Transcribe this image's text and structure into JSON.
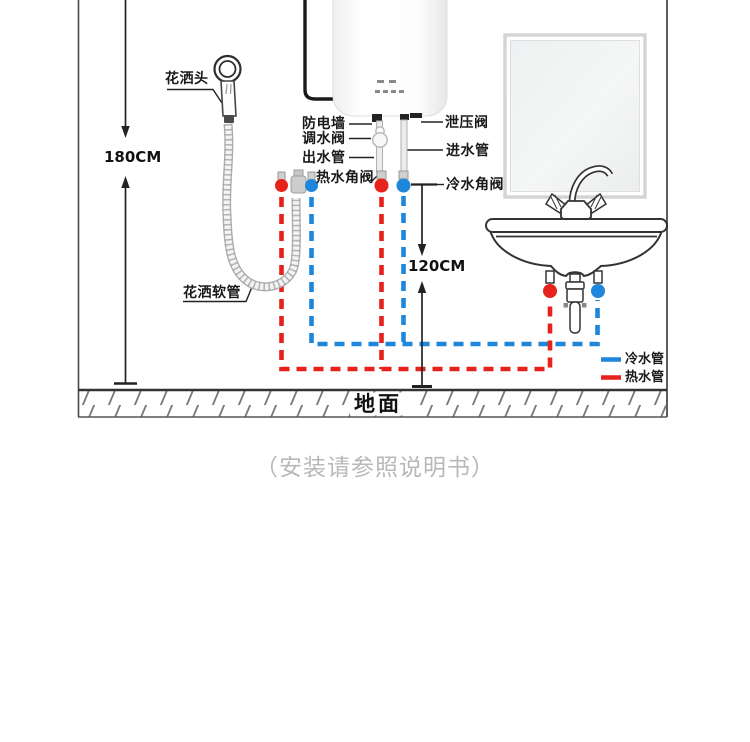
{
  "figure": {
    "caption": "（安装请参照说明书）",
    "ground_label": "地面"
  },
  "dimensions": {
    "shower_height": "180CM",
    "heater_height": "120CM"
  },
  "labels": {
    "shower_head": "花洒头",
    "shower_hose": "花洒软管",
    "anti_electric_wall": "防电墙",
    "regulating_valve": "调水阀",
    "outlet_pipe": "出水管",
    "hot_angle_valve": "热水角阀",
    "relief_valve": "泄压阀",
    "inlet_pipe": "进水管",
    "cold_angle_valve": "冷水角阀"
  },
  "legend": {
    "cold": {
      "label": "冷水管",
      "color": "#1e86db"
    },
    "hot": {
      "label": "热水管",
      "color": "#e7211c"
    }
  },
  "colors": {
    "cold_pipe": "#1e86db",
    "hot_pipe": "#e7211c",
    "outline": "#2b2b2b",
    "caption_text": "#b8b8b8"
  }
}
